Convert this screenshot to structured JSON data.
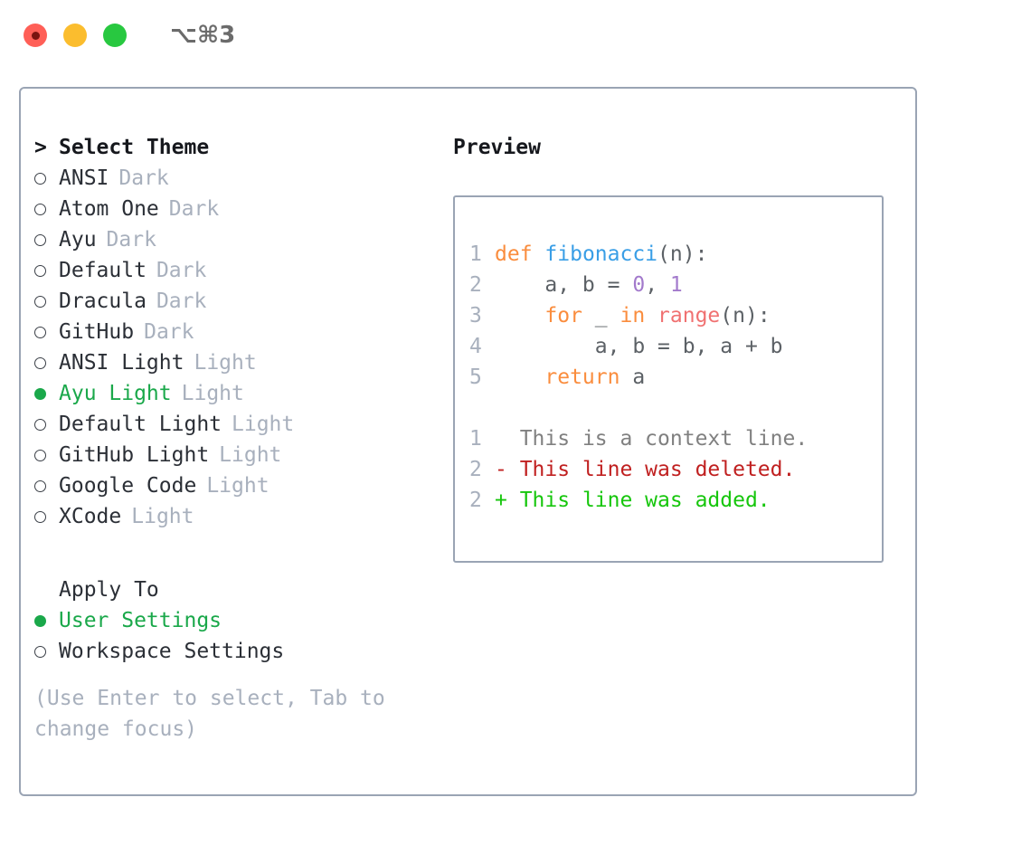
{
  "window": {
    "shortcut_label": "⌥⌘3",
    "traffic_lights": [
      "close-button",
      "minimize-button",
      "maximize-button"
    ]
  },
  "left_panel": {
    "header": {
      "caret": ">",
      "title": "Select Theme"
    },
    "themes": [
      {
        "name": "ANSI",
        "variant": "Dark",
        "selected": false,
        "marker": "○"
      },
      {
        "name": "Atom One",
        "variant": "Dark",
        "selected": false,
        "marker": "○"
      },
      {
        "name": "Ayu",
        "variant": "Dark",
        "selected": false,
        "marker": "○"
      },
      {
        "name": "Default",
        "variant": "Dark",
        "selected": false,
        "marker": "○"
      },
      {
        "name": "Dracula",
        "variant": "Dark",
        "selected": false,
        "marker": "○"
      },
      {
        "name": "GitHub",
        "variant": "Dark",
        "selected": false,
        "marker": "○"
      },
      {
        "name": "ANSI Light",
        "variant": "Light",
        "selected": false,
        "marker": "○"
      },
      {
        "name": "Ayu Light",
        "variant": "Light",
        "selected": true,
        "marker": "●"
      },
      {
        "name": "Default Light",
        "variant": "Light",
        "selected": false,
        "marker": "○"
      },
      {
        "name": "GitHub Light",
        "variant": "Light",
        "selected": false,
        "marker": "○"
      },
      {
        "name": "Google Code",
        "variant": "Light",
        "selected": false,
        "marker": "○"
      },
      {
        "name": "XCode",
        "variant": "Light",
        "selected": false,
        "marker": "○"
      }
    ],
    "apply_to": {
      "title": "Apply To",
      "options": [
        {
          "name": "User Settings",
          "selected": true,
          "marker": "●"
        },
        {
          "name": "Workspace Settings",
          "selected": false,
          "marker": "○"
        }
      ]
    },
    "hint": "(Use Enter to select, Tab to change focus)"
  },
  "right_panel": {
    "title": "Preview",
    "code_lines": [
      {
        "no": "1",
        "tokens": [
          {
            "t": "def",
            "c": "kw"
          },
          {
            "t": " ",
            "c": "pln"
          },
          {
            "t": "fibonacci",
            "c": "fn"
          },
          {
            "t": "(n):",
            "c": "pln"
          }
        ]
      },
      {
        "no": "2",
        "tokens": [
          {
            "t": "    a, b = ",
            "c": "pln"
          },
          {
            "t": "0",
            "c": "num"
          },
          {
            "t": ", ",
            "c": "pln"
          },
          {
            "t": "1",
            "c": "num"
          }
        ]
      },
      {
        "no": "3",
        "tokens": [
          {
            "t": "    ",
            "c": "pln"
          },
          {
            "t": "for",
            "c": "kw"
          },
          {
            "t": " _ ",
            "c": "pln"
          },
          {
            "t": "in",
            "c": "kw"
          },
          {
            "t": " ",
            "c": "pln"
          },
          {
            "t": "range",
            "c": "bi"
          },
          {
            "t": "(n):",
            "c": "pln"
          }
        ]
      },
      {
        "no": "4",
        "tokens": [
          {
            "t": "        a, b = b, a + b",
            "c": "pln"
          }
        ]
      },
      {
        "no": "5",
        "tokens": [
          {
            "t": "    ",
            "c": "pln"
          },
          {
            "t": "return",
            "c": "kw"
          },
          {
            "t": " a",
            "c": "pln"
          }
        ]
      }
    ],
    "diff_lines": [
      {
        "no": "1",
        "sign": "  ",
        "text": "This is a context line.",
        "kind": "ctx"
      },
      {
        "no": "2",
        "sign": "- ",
        "text": "This line was deleted.",
        "kind": "del"
      },
      {
        "no": "2",
        "sign": "+ ",
        "text": "This line was added.",
        "kind": "add"
      }
    ]
  },
  "colors": {
    "keyword": "#fa8d3e",
    "function": "#399ee6",
    "number": "#a37acc",
    "builtin": "#f07171",
    "plain": "#5c6166",
    "line_number": "#a8b0bd",
    "selected": "#1aa84a",
    "diff_deleted": "#c02020",
    "diff_added": "#16c60c",
    "border": "#9aa4b4",
    "muted": "#a8b0bd"
  }
}
